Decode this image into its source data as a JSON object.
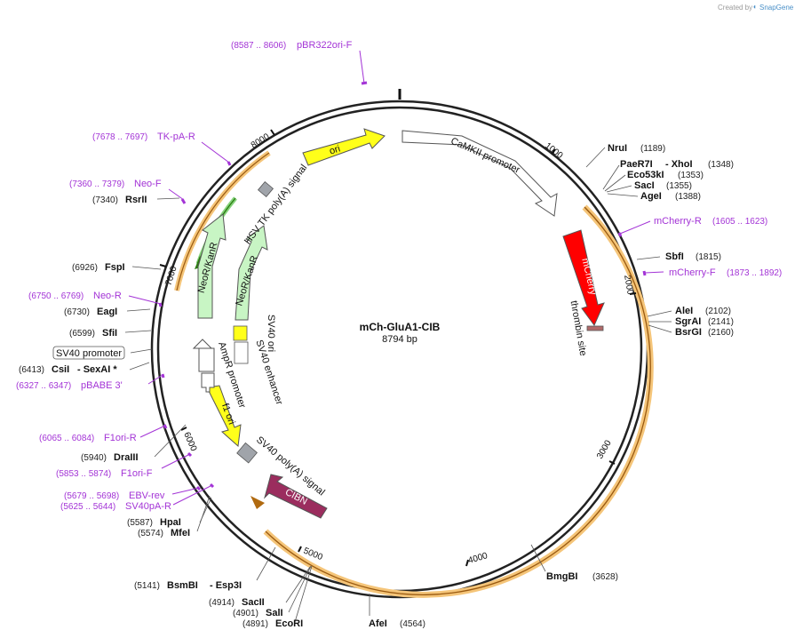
{
  "watermark": {
    "prefix": "Created by",
    "brand": "SnapGene"
  },
  "plasmid": {
    "name": "mCh-GluA1-CIB",
    "length": "8794 bp"
  },
  "ruler": {
    "t1000": "1000",
    "t2000": "2000",
    "t3000": "3000",
    "t4000": "4000",
    "t5000": "5000",
    "t6000": "6000",
    "t7000": "7000",
    "t8000": "8000"
  },
  "features": {
    "ori": "ori",
    "camkii": "CaMKII promoter",
    "mcherry": "mCherry",
    "thrombin": "thrombin site",
    "cibn": "CIBN",
    "sv40_polya": "SV40 poly(A) signal",
    "f1_ori": "f1 ori",
    "ampr_promoter": "AmpR promoter",
    "sv40_enhancer": "SV40 enhancer",
    "sv40_ori": "SV40 ori",
    "neor_outer": "NeoR/KanR",
    "neor_inner": "NeoR/KanR",
    "hsv_tk": "HSV TK poly(A) signal",
    "sv40_promoter": "SV40 promoter"
  },
  "enzymes": {
    "nrui": {
      "name": "NruI",
      "pos": "(1189)"
    },
    "paer7i": {
      "name": "PaeR7I",
      "pos": "(1348)"
    },
    "xhoi": {
      "name": "- XhoI"
    },
    "eco53ki": {
      "name": "Eco53kI",
      "pos": "(1353)"
    },
    "saci": {
      "name": "SacI",
      "pos": "(1355)"
    },
    "agei": {
      "name": "AgeI",
      "pos": "(1388)"
    },
    "sbfi": {
      "name": "SbfI",
      "pos": "(1815)"
    },
    "alei": {
      "name": "AleI",
      "pos": "(2102)"
    },
    "sgrai": {
      "name": "SgrAI",
      "pos": "(2141)"
    },
    "bsrgi": {
      "name": "BsrGI",
      "pos": "(2160)"
    },
    "bmgbi": {
      "name": "BmgBI",
      "pos": "(3628)"
    },
    "afei": {
      "name": "AfeI",
      "pos": "(4564)"
    },
    "bsmbi": {
      "name": "BsmBI",
      "pos": "(5141)"
    },
    "esp3i": {
      "name": "- Esp3I"
    },
    "sacii": {
      "name": "SacII",
      "pos": "(4914)"
    },
    "sali": {
      "name": "SalI",
      "pos": "(4901)"
    },
    "ecori": {
      "name": "EcoRI",
      "pos": "(4891)"
    },
    "hpai": {
      "name": "HpaI",
      "pos": "(5587)"
    },
    "mfei": {
      "name": "MfeI",
      "pos": "(5574)"
    },
    "draiii": {
      "name": "DraIII",
      "pos": "(5940)"
    },
    "csii": {
      "name": "CsiI",
      "pos": "(6413)"
    },
    "sexai": {
      "name": "- SexAI *"
    },
    "sfii": {
      "name": "SfiI",
      "pos": "(6599)"
    },
    "eagi": {
      "name": "EagI",
      "pos": "(6730)"
    },
    "fspi": {
      "name": "FspI",
      "pos": "(6926)"
    },
    "rsrii": {
      "name": "RsrII",
      "pos": "(7340)"
    }
  },
  "primers": {
    "pbr322ori_f": {
      "name": "pBR322ori-F",
      "pos": "(8587 .. 8606)"
    },
    "tk_pa_r": {
      "name": "TK-pA-R",
      "pos": "(7678 .. 7697)"
    },
    "neo_f": {
      "name": "Neo-F",
      "pos": "(7360 .. 7379)"
    },
    "neo_r": {
      "name": "Neo-R",
      "pos": "(6750 .. 6769)"
    },
    "pbabe_3": {
      "name": "pBABE 3'",
      "pos": "(6327 .. 6347)"
    },
    "f1ori_r": {
      "name": "F1ori-R",
      "pos": "(6065 .. 6084)"
    },
    "f1ori_f": {
      "name": "F1ori-F",
      "pos": "(5853 .. 5874)"
    },
    "ebv_rev": {
      "name": "EBV-rev",
      "pos": "(5679 .. 5698)"
    },
    "sv40pa_r": {
      "name": "SV40pA-R",
      "pos": "(5625 .. 5644)"
    },
    "mcherry_r": {
      "name": "mCherry-R",
      "pos": "(1605 .. 1623)"
    },
    "mcherry_f": {
      "name": "mCherry-F",
      "pos": "(1873 .. 1892)"
    }
  }
}
